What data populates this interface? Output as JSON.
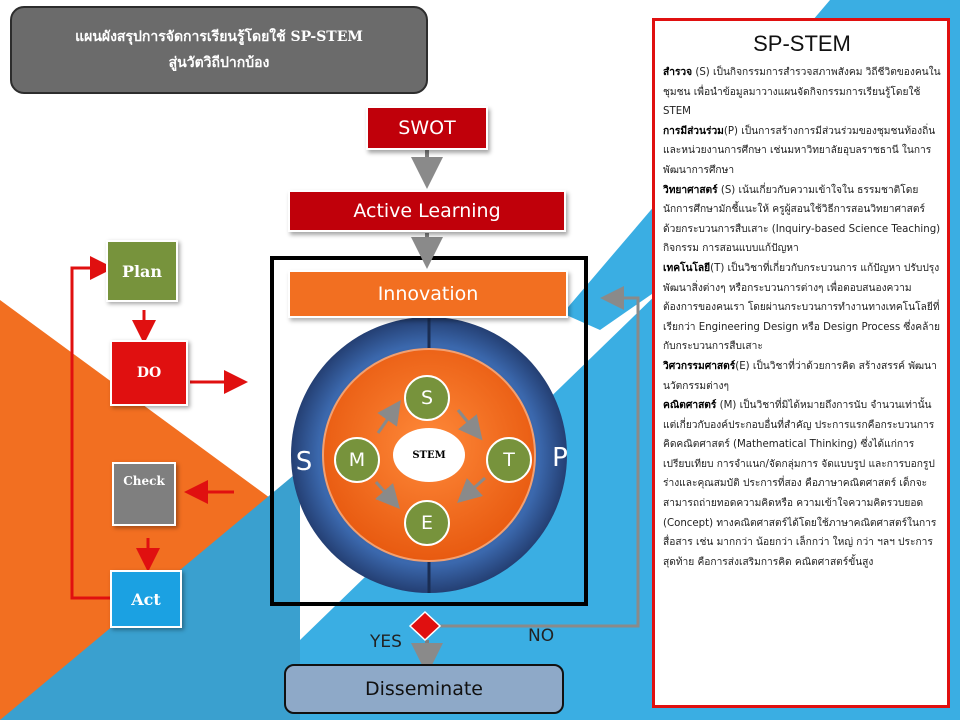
{
  "title": {
    "line1": "แผนผังสรุปการจัดการเรียนรู้โดยใช้ SP-STEM",
    "line2": "สู่นวัตวิถีปากบ้อง"
  },
  "flow": {
    "swot": "SWOT",
    "active_learning": "Active Learning",
    "innovation": "Innovation",
    "disseminate": "Disseminate",
    "yes": "YES",
    "no": "NO"
  },
  "pdca": {
    "plan": "Plan",
    "do": "DO",
    "check": "Check",
    "act": "Act"
  },
  "model": {
    "left": "S",
    "right": "P",
    "center": "STEM",
    "s": "S",
    "t": "T",
    "e": "E",
    "m": "M"
  },
  "panel": {
    "title": "SP-STEM",
    "items": [
      {
        "term": "สำรวจ",
        "text": " (S) เป็นกิจกรรมการสำรวจสภาพสังคม วิถีชีวิตของคนในชุมชน เพื่อนำข้อมูลมาวางแผนจัดกิจกรรมการเรียนรู้โดยใช้ STEM"
      },
      {
        "term": "การมีส่วนร่วม",
        "text": "(P) เป็นการสร้างการมีส่วนร่วมของชุมชนท้องถิ่น และหน่วยงานการศึกษา เช่นมหาวิทยาลัยอุบลราชธานี ในการพัฒนาการศึกษา"
      },
      {
        "term": "วิทยาศาสตร์",
        "text": " (S) เน้นเกี่ยวกับความเข้าใจใน ธรรมชาติโดยนักการศึกษามักชี้แนะให้ ครูผู้สอนใช้วิธีการสอนวิทยาศาสตร์ด้วยกระบวนการสืบเสาะ (Inquiry-based Science Teaching) กิจกรรม การสอนแบบแก้ปัญหา"
      },
      {
        "term": "เทคโนโลยี",
        "text": "(T) เป็นวิชาที่เกี่ยวกับกระบวนการ แก้ปัญหา ปรับปรุง พัฒนาสิ่งต่างๆ หรือกระบวนการต่างๆ เพื่อตอบสนองความต้องการของคนเรา โดยผ่านกระบวนการทำงานทางเทคโนโลยีที่เรียกว่า Engineering Design หรือ Design Process ซึ่งคล้ายกับกระบวนการสืบเสาะ"
      },
      {
        "term": "วิศวกรรมศาสตร์",
        "text": "(E) เป็นวิชาที่ว่าด้วยการคิด สร้างสรรค์ พัฒนานวัตกรรมต่างๆ"
      },
      {
        "term": "คณิตศาสตร์",
        "text": " (M) เป็นวิชาที่มิได้หมายถึงการนับ จำนวนเท่านั้น แต่เกี่ยวกับองค์ประกอบอื่นที่สำคัญ ประการแรกคือกระบวนการคิดคณิตศาสตร์ (Mathematical Thinking) ซึ่งได้แก่การเปรียบเทียบ การจำแนก/จัดกลุ่มการ จัดแบบรูป และการบอกรูปร่างและคุณสมบัติ ประการที่สอง คือภาษาคณิตศาสตร์ เด็กจะสามารถถ่ายทอดความคิดหรือ ความเข้าใจความคิดรวบยอด (Concept) ทางคณิตศาสตร์ได้โดยใช้ภาษาคณิตศาสตร์ในการสื่อสาร เช่น มากกว่า น้อยกว่า เล็กกว่า ใหญ่ กว่า ฯลฯ ประการสุดท้าย คือการส่งเสริมการคิด คณิตศาสตร์ขั้นสูง"
      }
    ]
  },
  "colors": {
    "red": "#c0000a",
    "orange": "#f26f21",
    "blue": "#3aaee3",
    "navy": "#2d5598",
    "green": "#77933c",
    "gray": "#7f7f7f",
    "light_blue_btn": "#8ea9c8"
  }
}
